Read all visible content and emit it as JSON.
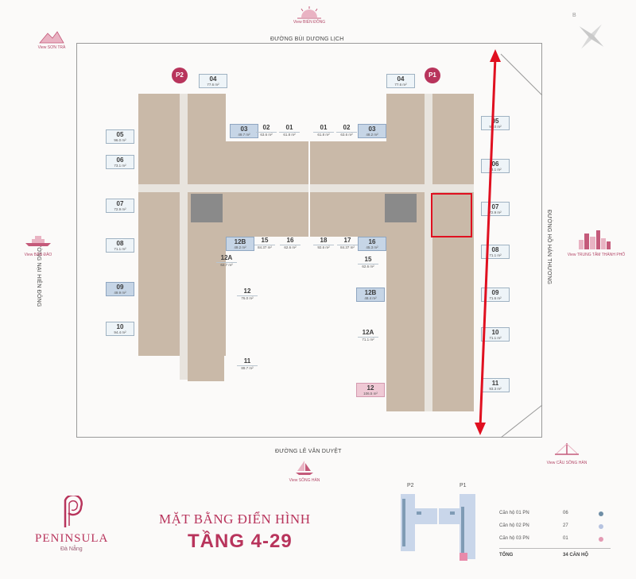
{
  "roads": {
    "north": "ĐƯỜNG BÙI DƯƠNG LỊCH",
    "south": "ĐƯỜNG LÊ VĂN DUYỆT",
    "west": "ĐƯỜNG NẠI HIÊN ĐÔNG",
    "east": "ĐƯỜNG HỒ HÁN THƯƠNG"
  },
  "views": {
    "north": "View BIỂN ĐÔNG",
    "south": "View SÔNG HÀN",
    "west": "View BÁN ĐẢO",
    "east": "View TRUNG TÂM THÀNH PHỐ",
    "northwest": "View SƠN TRÀ",
    "southeast": "View CẦU SÔNG HÀN"
  },
  "compass_label": "B",
  "towers": {
    "p2": "P2",
    "p1": "P1"
  },
  "units_p2": [
    {
      "no": "04",
      "area": "77.6 m²",
      "kind": "one"
    },
    {
      "no": "05",
      "area": "96.0 m²",
      "kind": "one"
    },
    {
      "no": "06",
      "area": "73.1 m²",
      "kind": "one"
    },
    {
      "no": "07",
      "area": "72.9 m²",
      "kind": "one"
    },
    {
      "no": "08",
      "area": "71.1 m²",
      "kind": "one"
    },
    {
      "no": "09",
      "area": "49.9 m²",
      "kind": "two"
    },
    {
      "no": "10",
      "area": "94.4 m²",
      "kind": "one"
    },
    {
      "no": "03",
      "area": "49.7 m²",
      "kind": "two"
    },
    {
      "no": "02",
      "area": "63.6 m²",
      "kind": "plain"
    },
    {
      "no": "01",
      "area": "61.8 m²",
      "kind": "plain"
    },
    {
      "no": "12B",
      "area": "49.2 m²",
      "kind": "two"
    },
    {
      "no": "15",
      "area": "84.37 m²",
      "kind": "plain"
    },
    {
      "no": "16",
      "area": "62.6 m²",
      "kind": "plain"
    },
    {
      "no": "12A",
      "area": "62.7 m²",
      "kind": "plain"
    },
    {
      "no": "12",
      "area": "76.0 m²",
      "kind": "plain"
    },
    {
      "no": "11",
      "area": "89.7 m²",
      "kind": "plain"
    }
  ],
  "units_p1": [
    {
      "no": "04",
      "area": "77.6 m²",
      "kind": "one"
    },
    {
      "no": "01",
      "area": "61.8 m²",
      "kind": "plain"
    },
    {
      "no": "02",
      "area": "63.6 m²",
      "kind": "plain"
    },
    {
      "no": "03",
      "area": "48.2 m²",
      "kind": "two"
    },
    {
      "no": "05",
      "area": "96.0 m²",
      "kind": "one"
    },
    {
      "no": "06",
      "area": "73.1 m²",
      "kind": "one"
    },
    {
      "no": "07",
      "area": "72.9 m²",
      "kind": "one"
    },
    {
      "no": "08",
      "area": "71.1 m²",
      "kind": "one"
    },
    {
      "no": "09",
      "area": "71.6 m²",
      "kind": "one"
    },
    {
      "no": "10",
      "area": "71.1 m²",
      "kind": "one"
    },
    {
      "no": "11",
      "area": "93.3 m²",
      "kind": "one"
    },
    {
      "no": "18",
      "area": "92.6 m²",
      "kind": "plain"
    },
    {
      "no": "17",
      "area": "84.37 m²",
      "kind": "plain"
    },
    {
      "no": "16",
      "area": "45.3 m²",
      "kind": "two"
    },
    {
      "no": "15",
      "area": "62.6 m²",
      "kind": "plain"
    },
    {
      "no": "12B",
      "area": "48.4 m²",
      "kind": "two"
    },
    {
      "no": "12A",
      "area": "71.1 m²",
      "kind": "plain"
    },
    {
      "no": "12",
      "area": "106.5 m²",
      "kind": "three"
    }
  ],
  "brand": {
    "name": "PENINSULA",
    "city": "Đà Nẵng"
  },
  "title": {
    "line1": "MẶT BẰNG ĐIỂN HÌNH",
    "line2": "TẦNG 4-29"
  },
  "keyplan": {
    "p2": "P2",
    "p1": "P1"
  },
  "legend": {
    "rows": [
      {
        "label": "Căn hộ 01 PN",
        "count": "06",
        "color": "#6f8ea6"
      },
      {
        "label": "Căn hộ 02 PN",
        "count": "27",
        "color": "#b6c3e0"
      },
      {
        "label": "Căn hộ 03 PN",
        "count": "01",
        "color": "#e39ab3"
      }
    ],
    "total_label": "TỔNG",
    "total_value": "34 CĂN HỘ"
  },
  "colors": {
    "accent": "#b8345c",
    "arrow": "#e01020"
  }
}
